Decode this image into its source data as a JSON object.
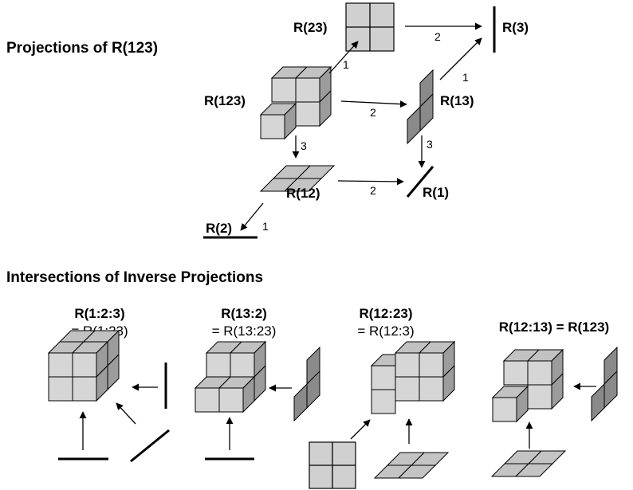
{
  "headings": {
    "projections": "Projections of R(123)",
    "intersections": "Intersections of Inverse Projections"
  },
  "projection_labels": {
    "r123": "R(123)",
    "r23": "R(23)",
    "r3": "R(3)",
    "r13": "R(13)",
    "r12": "R(12)",
    "r1": "R(1)",
    "r2": "R(2)"
  },
  "arrow_labels": {
    "r123_to_r23": "1",
    "r23_to_r3": "2",
    "r13_to_r3": "1",
    "r123_to_r13": "2",
    "r13_to_r1": "3",
    "r123_to_r12": "3",
    "r12_to_r1": "2",
    "r12_to_r2": "1"
  },
  "intersections": [
    {
      "title": "R(1:2:3)",
      "equals": "= R(1:23)"
    },
    {
      "title": "R(13:2)",
      "equals": "= R(13:23)"
    },
    {
      "title": "R(12:23)",
      "equals": "= R(12:3)"
    },
    {
      "title": "R(12:13) = R(123)",
      "equals": ""
    }
  ],
  "colors": {
    "face": "#d6d6d6",
    "top": "#c2c2c2",
    "side": "#9c9c9c",
    "stroke": "#000000"
  }
}
